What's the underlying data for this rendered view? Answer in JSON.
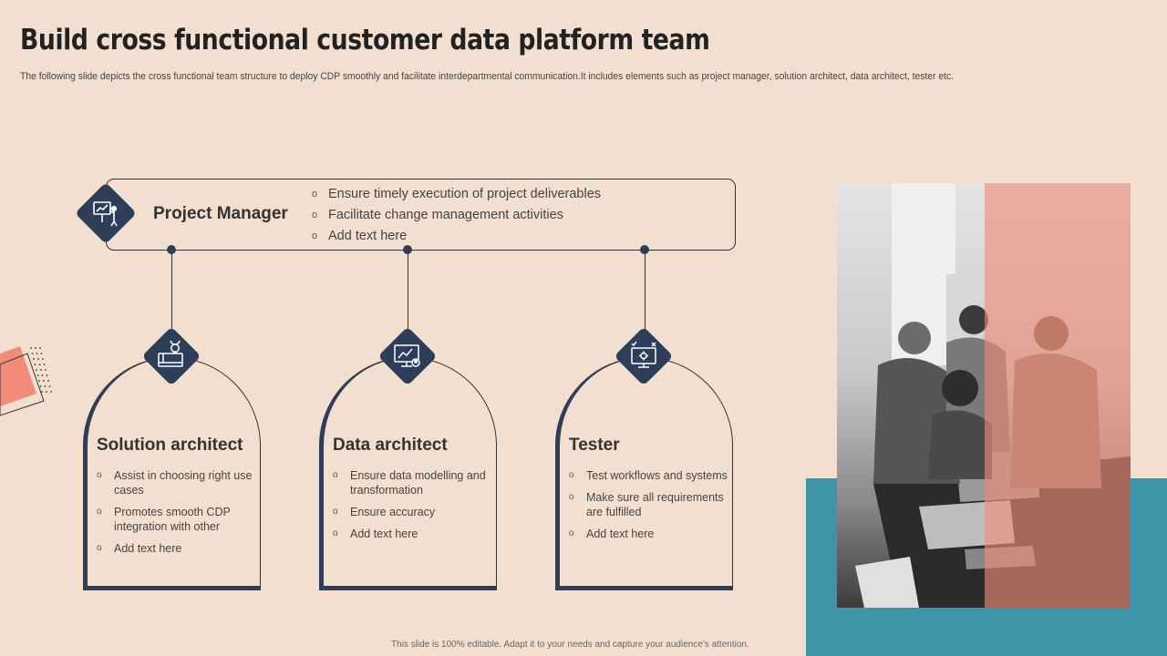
{
  "header": {
    "title": "Build cross functional customer data platform team",
    "subtitle": "The following slide depicts the cross functional team structure to deploy CDP smoothly and facilitate interdepartmental communication.It includes elements such as project manager, solution architect, data architect, tester etc."
  },
  "project_manager": {
    "label": "Project Manager",
    "icon": "presentation-board-icon",
    "bullets": [
      "Ensure timely execution of project deliverables",
      "Facilitate change management activities",
      "Add text here"
    ]
  },
  "roles": [
    {
      "title": "Solution architect",
      "icon": "blueprint-lightbulb-icon",
      "bullets": [
        "Assist in choosing right use cases",
        "Promotes smooth CDP integration with other",
        "Add text here"
      ]
    },
    {
      "title": "Data architect",
      "icon": "monitor-chart-icon",
      "bullets": [
        "Ensure data modelling and transformation",
        "Ensure accuracy",
        "Add text here"
      ]
    },
    {
      "title": "Tester",
      "icon": "monitor-gear-icon",
      "bullets": [
        "Test workflows and systems",
        "Make sure all requirements are fulfilled",
        "Add text here"
      ]
    }
  ],
  "footer": {
    "text": "This slide is 100% editable. Adapt it to your needs and capture your audience's attention."
  },
  "colors": {
    "background": "#F3DFCF",
    "navy": "#2C3E58",
    "teal": "#3E95A8",
    "coral": "#F08C78"
  }
}
